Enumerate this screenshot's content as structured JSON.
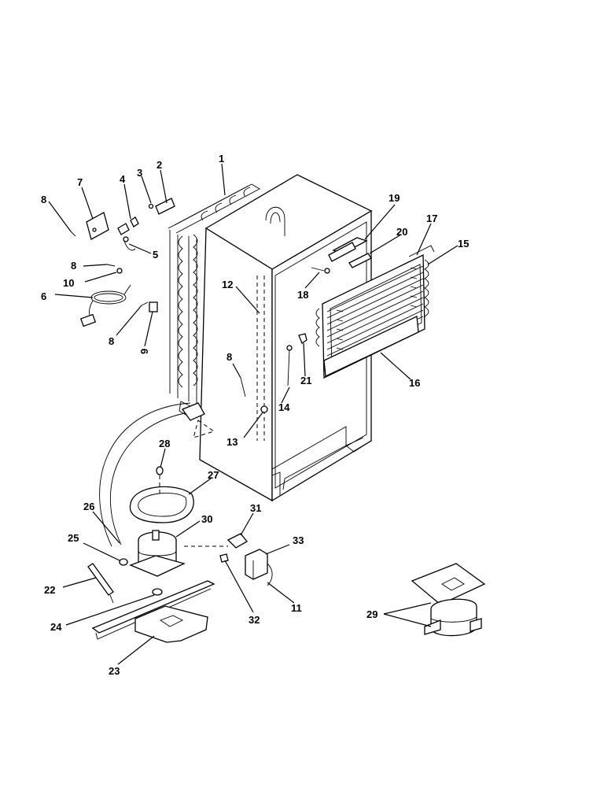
{
  "callouts": [
    {
      "id": "c1",
      "text": "1"
    },
    {
      "id": "c2",
      "text": "2"
    },
    {
      "id": "c3",
      "text": "3"
    },
    {
      "id": "c4",
      "text": "4"
    },
    {
      "id": "c5",
      "text": "5"
    },
    {
      "id": "c6",
      "text": "6"
    },
    {
      "id": "c7",
      "text": "7"
    },
    {
      "id": "c8a",
      "text": "8"
    },
    {
      "id": "c8b",
      "text": "8"
    },
    {
      "id": "c8c",
      "text": "8"
    },
    {
      "id": "c8d",
      "text": "8"
    },
    {
      "id": "c9",
      "text": "9"
    },
    {
      "id": "c10",
      "text": "10"
    },
    {
      "id": "c11",
      "text": "11"
    },
    {
      "id": "c12",
      "text": "12"
    },
    {
      "id": "c13",
      "text": "13"
    },
    {
      "id": "c14",
      "text": "14"
    },
    {
      "id": "c15",
      "text": "15"
    },
    {
      "id": "c16",
      "text": "16"
    },
    {
      "id": "c17",
      "text": "17"
    },
    {
      "id": "c18",
      "text": "18"
    },
    {
      "id": "c19",
      "text": "19"
    },
    {
      "id": "c20",
      "text": "20"
    },
    {
      "id": "c21",
      "text": "21"
    },
    {
      "id": "c22",
      "text": "22"
    },
    {
      "id": "c23",
      "text": "23"
    },
    {
      "id": "c24",
      "text": "24"
    },
    {
      "id": "c25",
      "text": "25"
    },
    {
      "id": "c26",
      "text": "26"
    },
    {
      "id": "c27",
      "text": "27"
    },
    {
      "id": "c28",
      "text": "28"
    },
    {
      "id": "c29",
      "text": "29"
    },
    {
      "id": "c30",
      "text": "30"
    },
    {
      "id": "c31",
      "text": "31"
    },
    {
      "id": "c32",
      "text": "32"
    },
    {
      "id": "c33",
      "text": "33"
    }
  ]
}
